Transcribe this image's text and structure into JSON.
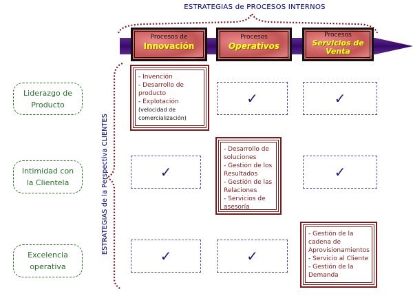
{
  "diagram": {
    "top_title": "ESTRATEGIAS de PROCESOS INTERNOS",
    "side_title": "ESTRATEGIAS de la Perspectiva CLIENTES",
    "colors": {
      "arrow": "#4a1a7a",
      "brace": "#7a1a2a",
      "strategy_text": "#2a6b2a",
      "check": "#1a1a6e",
      "process_highlight": "#ffff33",
      "detail_text": "#7a1a1a"
    },
    "processes": [
      {
        "sub": "Procesos de",
        "main": "Innovación"
      },
      {
        "sub": "Procesos",
        "main": "Operativos"
      },
      {
        "sub": "Procesos",
        "main": "Servicios de Venta"
      }
    ],
    "strategies": [
      {
        "line1": "Liderazgo de",
        "line2": "Producto"
      },
      {
        "line1": "Intimidad con",
        "line2": "la Clientela"
      },
      {
        "line1": "Excelencia",
        "line2": "operativa"
      }
    ],
    "check_symbol": "✓",
    "details": {
      "innovacion_liderazgo": {
        "items": [
          "Invención",
          "Desarrollo de producto",
          "Explotación"
        ],
        "note": "(velocidad de comercialización)"
      },
      "operativos_intimidad": {
        "items": [
          "Desarrollo de soluciones",
          "Gestión de los Resultados",
          "Gestión de las Relaciones",
          "Servicios de asesoría"
        ]
      },
      "venta_excelencia": {
        "items": [
          "Gestión de la cadena de Aprovisionamientos",
          "Servicio al Cliente",
          "Gestión de la Demanda"
        ]
      }
    }
  }
}
